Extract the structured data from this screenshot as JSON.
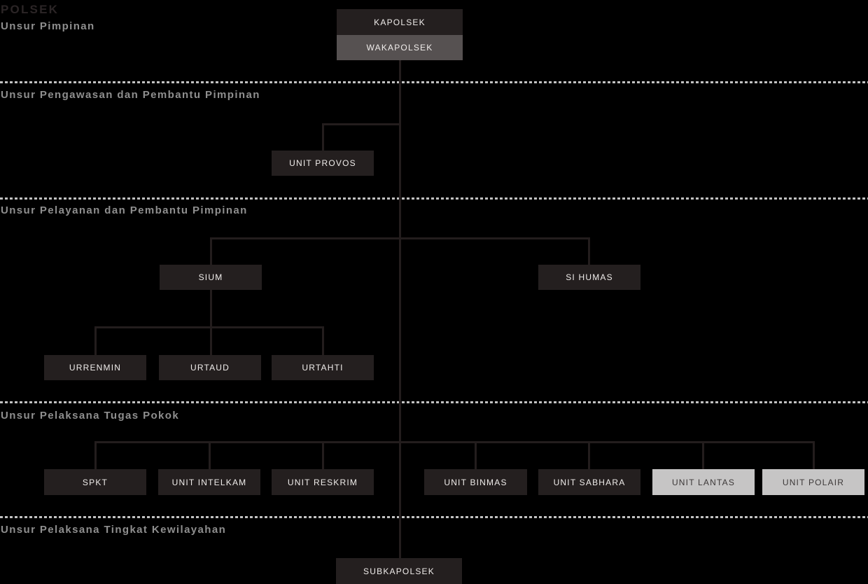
{
  "title": {
    "text": "POLSEK"
  },
  "sections": {
    "pimpinan": {
      "label": "Unsur Pimpinan"
    },
    "pengawasan": {
      "label": "Unsur Pengawasan dan Pembantu Pimpinan"
    },
    "pelayanan": {
      "label": "Unsur Pelayanan dan Pembantu Pimpinan"
    },
    "pelaksana_pokok": {
      "label": "Unsur Pelaksana Tugas Pokok"
    },
    "kewilayahan": {
      "label": "Unsur Pelaksana Tingkat Kewilayahan"
    }
  },
  "nodes": {
    "kapolsek": {
      "label": "KAPOLSEK",
      "variant": "dark"
    },
    "wakapolsek": {
      "label": "WAKAPOLSEK",
      "variant": "gray"
    },
    "unit_provos": {
      "label": "UNIT PROVOS",
      "variant": "dark"
    },
    "sium": {
      "label": "SIUM",
      "variant": "dark"
    },
    "si_humas": {
      "label": "SI HUMAS",
      "variant": "dark"
    },
    "urrenmin": {
      "label": "URRENMIN",
      "variant": "dark"
    },
    "urtaud": {
      "label": "URTAUD",
      "variant": "dark"
    },
    "urtahti": {
      "label": "URTAHTI",
      "variant": "dark"
    },
    "spkt": {
      "label": "SPKT",
      "variant": "dark"
    },
    "unit_intelkam": {
      "label": "UNIT INTELKAM",
      "variant": "dark"
    },
    "unit_reskrim": {
      "label": "UNIT RESKRIM",
      "variant": "dark"
    },
    "unit_binmas": {
      "label": "UNIT BINMAS",
      "variant": "dark"
    },
    "unit_sabhara": {
      "label": "UNIT SABHARA",
      "variant": "dark"
    },
    "unit_lantas": {
      "label": "UNIT LANTAS",
      "variant": "light"
    },
    "unit_polair": {
      "label": "UNIT POLAIR",
      "variant": "light"
    },
    "subkapolsek": {
      "label": "SUBKAPOLSEK",
      "variant": "dark"
    }
  },
  "colors": {
    "background": "#000000",
    "title_color": "#2b2526",
    "section_label": "#8f8f8f",
    "separator": "#c2c2c2",
    "connector": "#231d1d",
    "box_dark": "#241f1f",
    "box_gray": "#565151",
    "box_light": "#c6c5c5",
    "box_text_light": "#f0edeb",
    "box_text_dark": "#3c3838"
  }
}
